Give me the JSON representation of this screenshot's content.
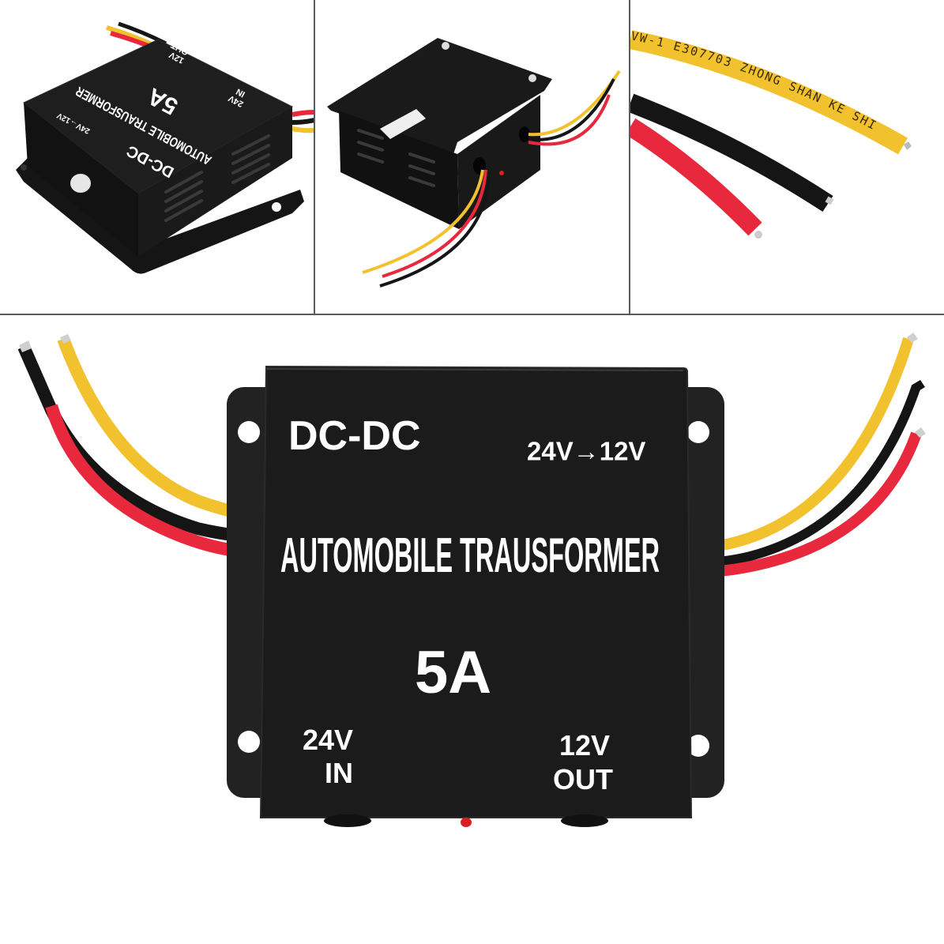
{
  "product": {
    "category_label": "DC-DC",
    "conversion_label": "24V→12V",
    "name_label": "AUTOMOBILE TRAUSFORMER",
    "current_label": "5A",
    "input_voltage": "24V",
    "input_label": "IN",
    "output_voltage": "12V",
    "output_label": "OUT"
  },
  "panels": [
    {
      "id": "top-left",
      "view": "angled-front-view"
    },
    {
      "id": "top-middle",
      "view": "rear-view-with-label"
    },
    {
      "id": "top-right",
      "view": "wire-closeup"
    },
    {
      "id": "bottom",
      "view": "front-view"
    }
  ],
  "wire_closeup": {
    "yellow_wire_print": "VW-1  E307703  ZHONG  SHAN  KE  SHI"
  },
  "colors": {
    "case": "#1b1b1b",
    "case_edge": "#2a2a2a",
    "flange": "#222222",
    "wire_yellow": "#f2c12e",
    "wire_red": "#e8283c",
    "wire_black": "#151515",
    "led": "#d81e1e",
    "divider": "#5a5a5a"
  }
}
